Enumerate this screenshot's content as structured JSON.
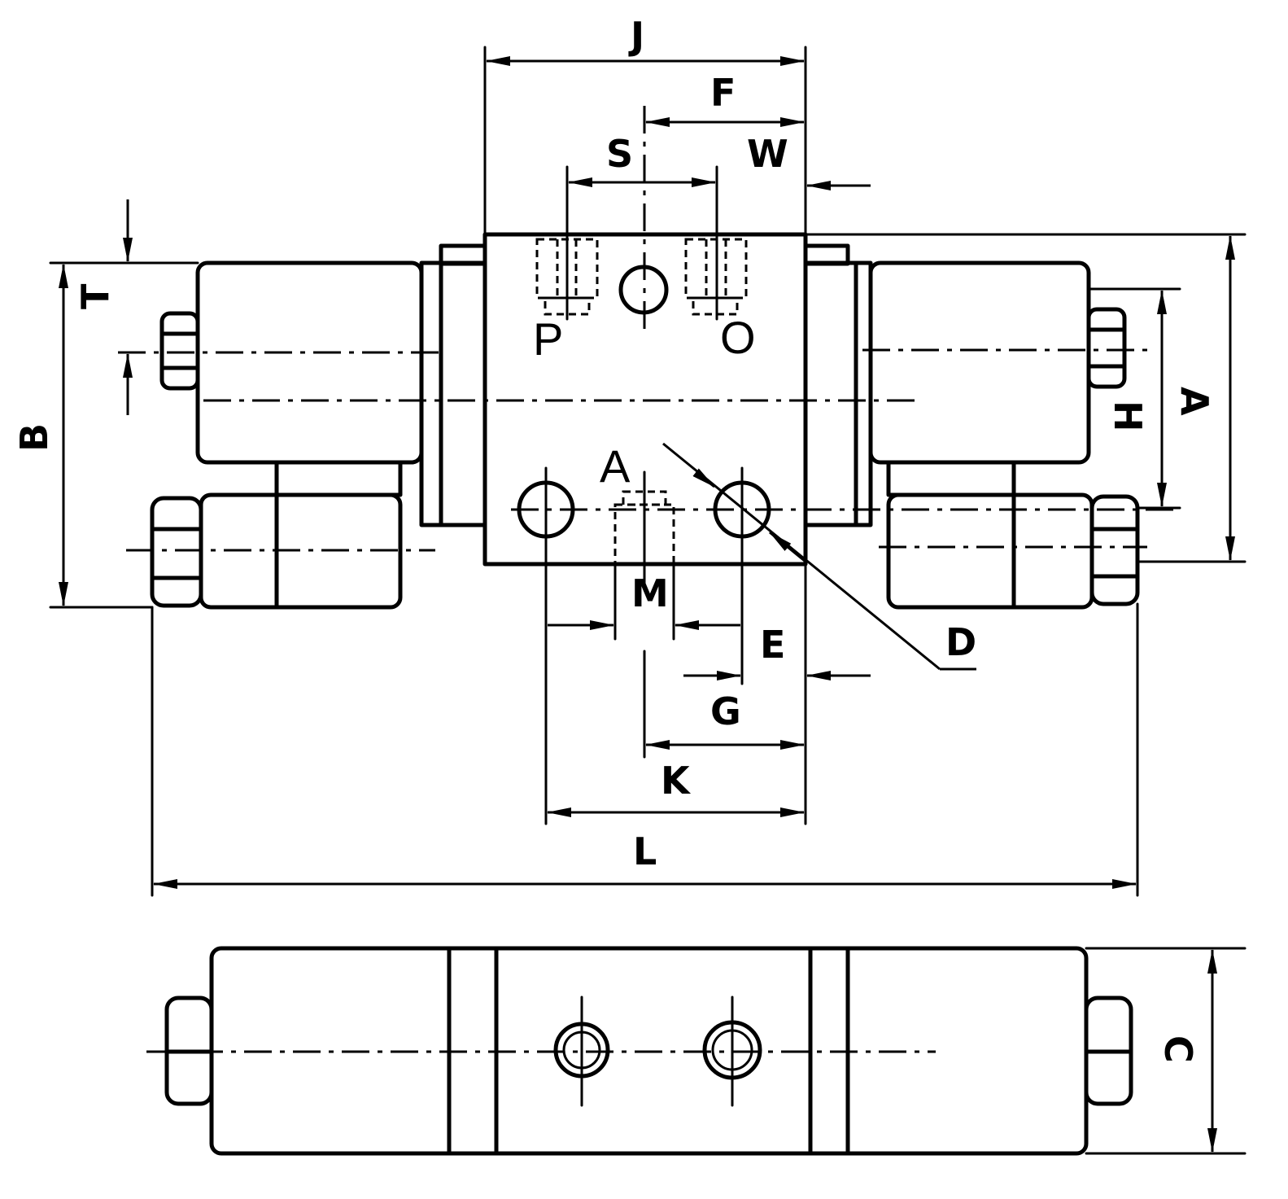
{
  "dimensions": {
    "J": "J",
    "F": "F",
    "S": "S",
    "W": "W",
    "T": "T",
    "B": "B",
    "H": "H",
    "A": "A",
    "M": "M",
    "E": "E",
    "G": "G",
    "K": "K",
    "L_inner": "L",
    "L_overall": "L",
    "D": "D",
    "C": "C"
  },
  "ports": {
    "P": "P",
    "O": "O",
    "A": "A"
  }
}
